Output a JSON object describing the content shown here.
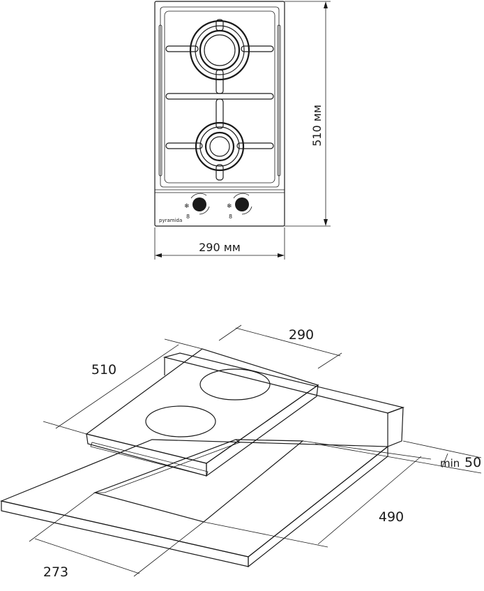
{
  "front_view": {
    "height_label": "510 мм",
    "width_label": "290 мм",
    "brand": "pyramida",
    "knob_symbols": [
      "❄",
      "❄"
    ]
  },
  "install_view": {
    "top_width_label": "290",
    "top_depth_label": "510",
    "cutout_width_label": "273",
    "cutout_depth_label": "490",
    "min_gap_prefix": "min",
    "min_gap_value": "50"
  },
  "colors": {
    "line": "#1a1a1a",
    "cutout_fill": "#b3b3b3",
    "panel_fill": "#ffffff"
  }
}
